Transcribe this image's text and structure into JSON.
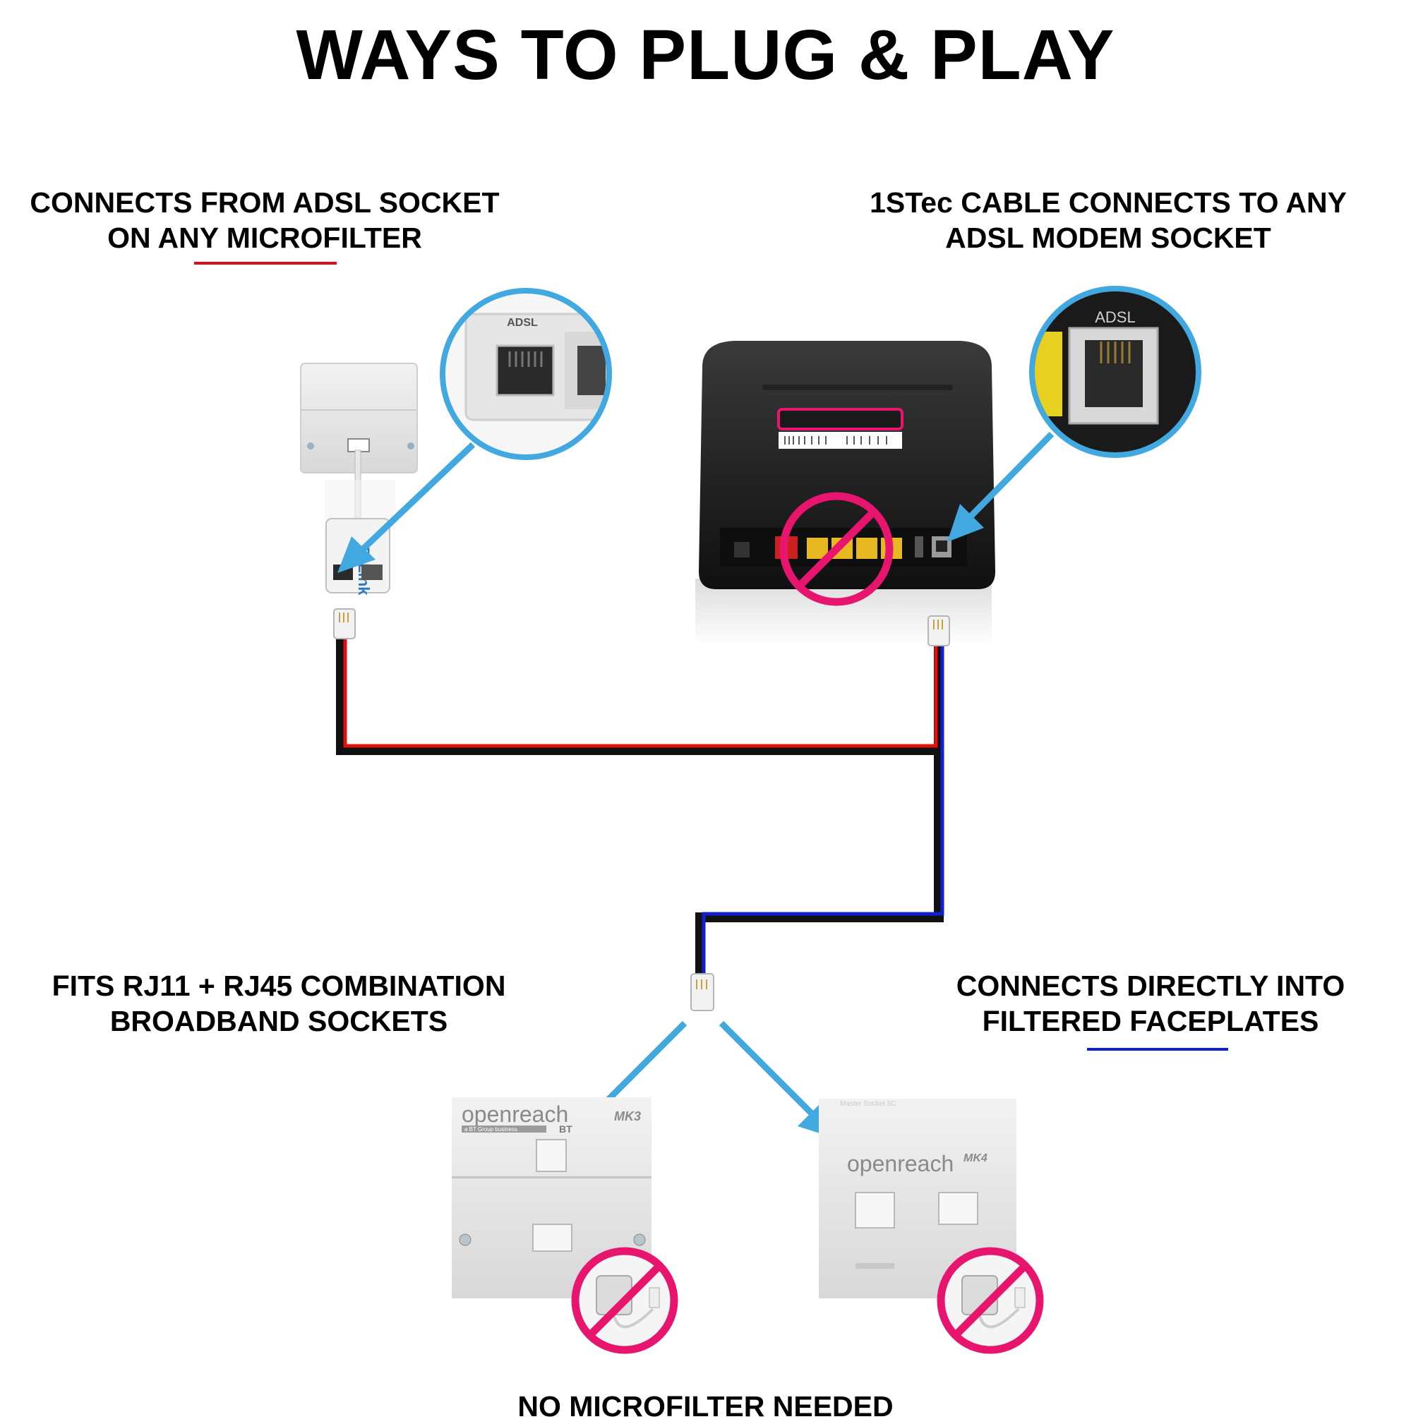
{
  "title": "WAYS TO PLUG & PLAY",
  "labels": {
    "top_left": [
      "CONNECTS FROM ADSL SOCKET",
      "ON ANY MICROFILTER"
    ],
    "top_right": [
      "1STec CABLE CONNECTS TO ANY",
      "ADSL MODEM SOCKET"
    ],
    "bottom_left": [
      "FITS RJ11 + RJ45 COMBINATION",
      "BROADBAND SOCKETS"
    ],
    "bottom_right": [
      "CONNECTS DIRECTLY INTO",
      "FILTERED FACEPLATES"
    ],
    "footer": "NO MICROFILTER NEEDED"
  },
  "zoom": {
    "microfilter_port": "ADSL",
    "modem_port": "ADSL"
  },
  "faceplates": {
    "mk3": {
      "brand": "openreach",
      "sub": "a BT Group business",
      "model": "MK3",
      "mark": "BT"
    },
    "mk4": {
      "brand": "openreach",
      "model": "MK4",
      "top": "Master Socket 5C"
    }
  },
  "colors": {
    "arrow": "#41a8e0",
    "zoom_ring": "#41a8e0",
    "prohibit": "#e8156e",
    "cable_red": "#e01010",
    "cable_blue": "#1020d0",
    "cable_black": "#111111",
    "underline_red": "#e01010",
    "underline_blue": "#1020d0"
  },
  "icons": [
    "microfilter-icon",
    "router-icon",
    "rj11-plug-icon",
    "faceplate-icon",
    "prohibition-icon",
    "arrow-icon"
  ]
}
